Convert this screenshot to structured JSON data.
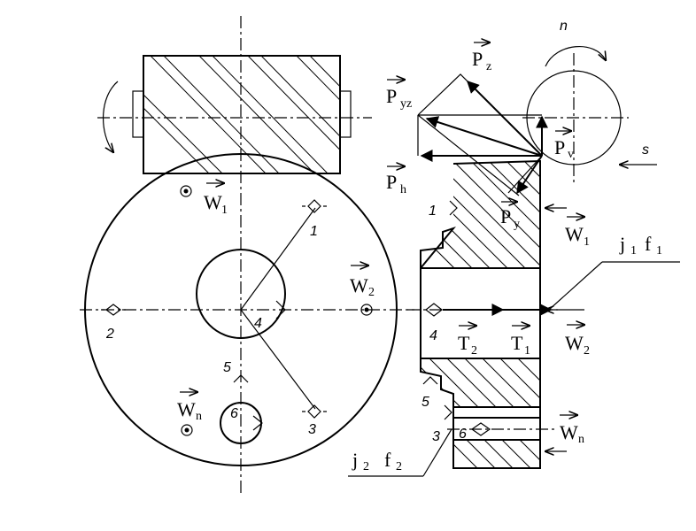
{
  "labels": {
    "pz_main": "P",
    "pz_sub": "z",
    "pyz_main": "P",
    "pyz_sub": "yz",
    "ph_main": "P",
    "ph_sub": "h",
    "pv_main": "P",
    "pv_sub": "v",
    "py_main": "P",
    "py_sub": "y",
    "n": "n",
    "s": "s",
    "w1_left_main": "W",
    "w1_left_sub": "1",
    "w2_left_main": "W",
    "w2_left_sub": "2",
    "wn_left_main": "W",
    "wn_left_sub": "n",
    "w1_right_main": "W",
    "w1_right_sub": "1",
    "w2_right_main": "W",
    "w2_right_sub": "2",
    "wn_right_main": "W",
    "wn_right_sub": "n",
    "t2_main": "T",
    "t2_sub": "2",
    "t1_main": "T",
    "t1_sub": "1",
    "j1": "j",
    "j1_sub": "1",
    "f1": "f",
    "f1_sub": "1",
    "j2": "j",
    "j2_sub": "2",
    "f2": "f",
    "f2_sub": "2"
  },
  "points": [
    "1",
    "2",
    "3",
    "4",
    "5",
    "6"
  ]
}
